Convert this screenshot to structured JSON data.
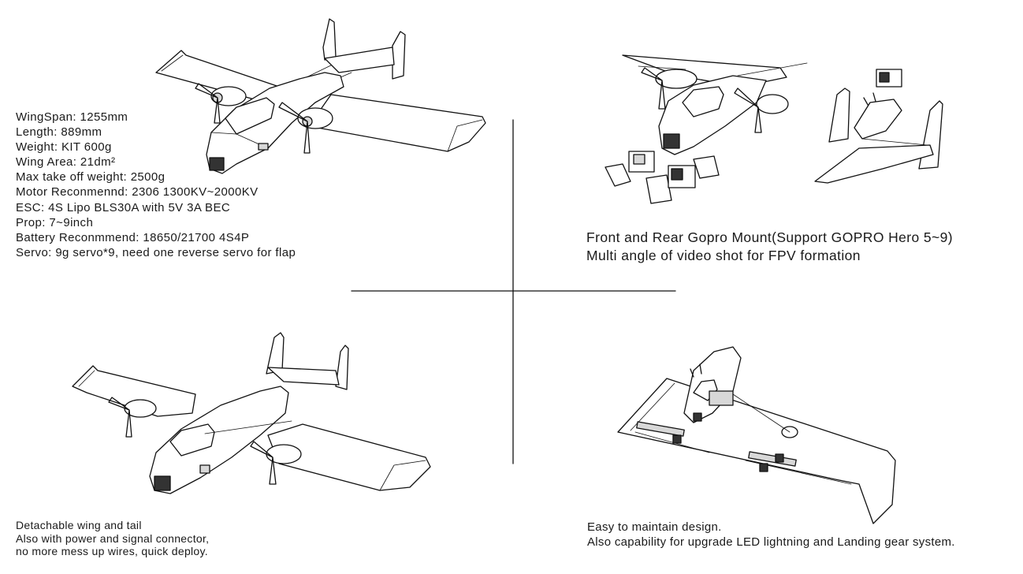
{
  "specs": {
    "wingspan": "WingSpan:  1255mm",
    "length": "Length:  889mm",
    "weight": "Weight:  KIT 600g",
    "wing_area": "Wing Area:  21dm²",
    "max_takeoff": "Max take off weight:  2500g",
    "motor": "Motor Reconmennd:  2306 1300KV~2000KV",
    "esc": "ESC: 4S Lipo  BLS30A with 5V 3A BEC",
    "prop": "Prop:  7~9inch",
    "battery": "Battery Reconmmend:  18650/21700 4S4P",
    "servo": "Servo:  9g servo*9, need one reverse servo for flap"
  },
  "gopro_caption": {
    "line1": "Front and Rear Gopro Mount(Support GOPRO Hero 5~9)",
    "line2": "Multi angle of video shot for FPV formation"
  },
  "detachable_caption": {
    "line1": "Detachable wing and tail",
    "line2": "Also with power and signal connector,",
    "line3": "no more mess up wires, quick deploy."
  },
  "maintenance_caption": {
    "line1": "Easy to maintain design.",
    "line2": "Also capability for upgrade LED lightning and Landing gear system."
  },
  "icons": [
    "aircraft-top-left",
    "aircraft-gopro-mount",
    "aircraft-detachable",
    "wing-underside"
  ]
}
